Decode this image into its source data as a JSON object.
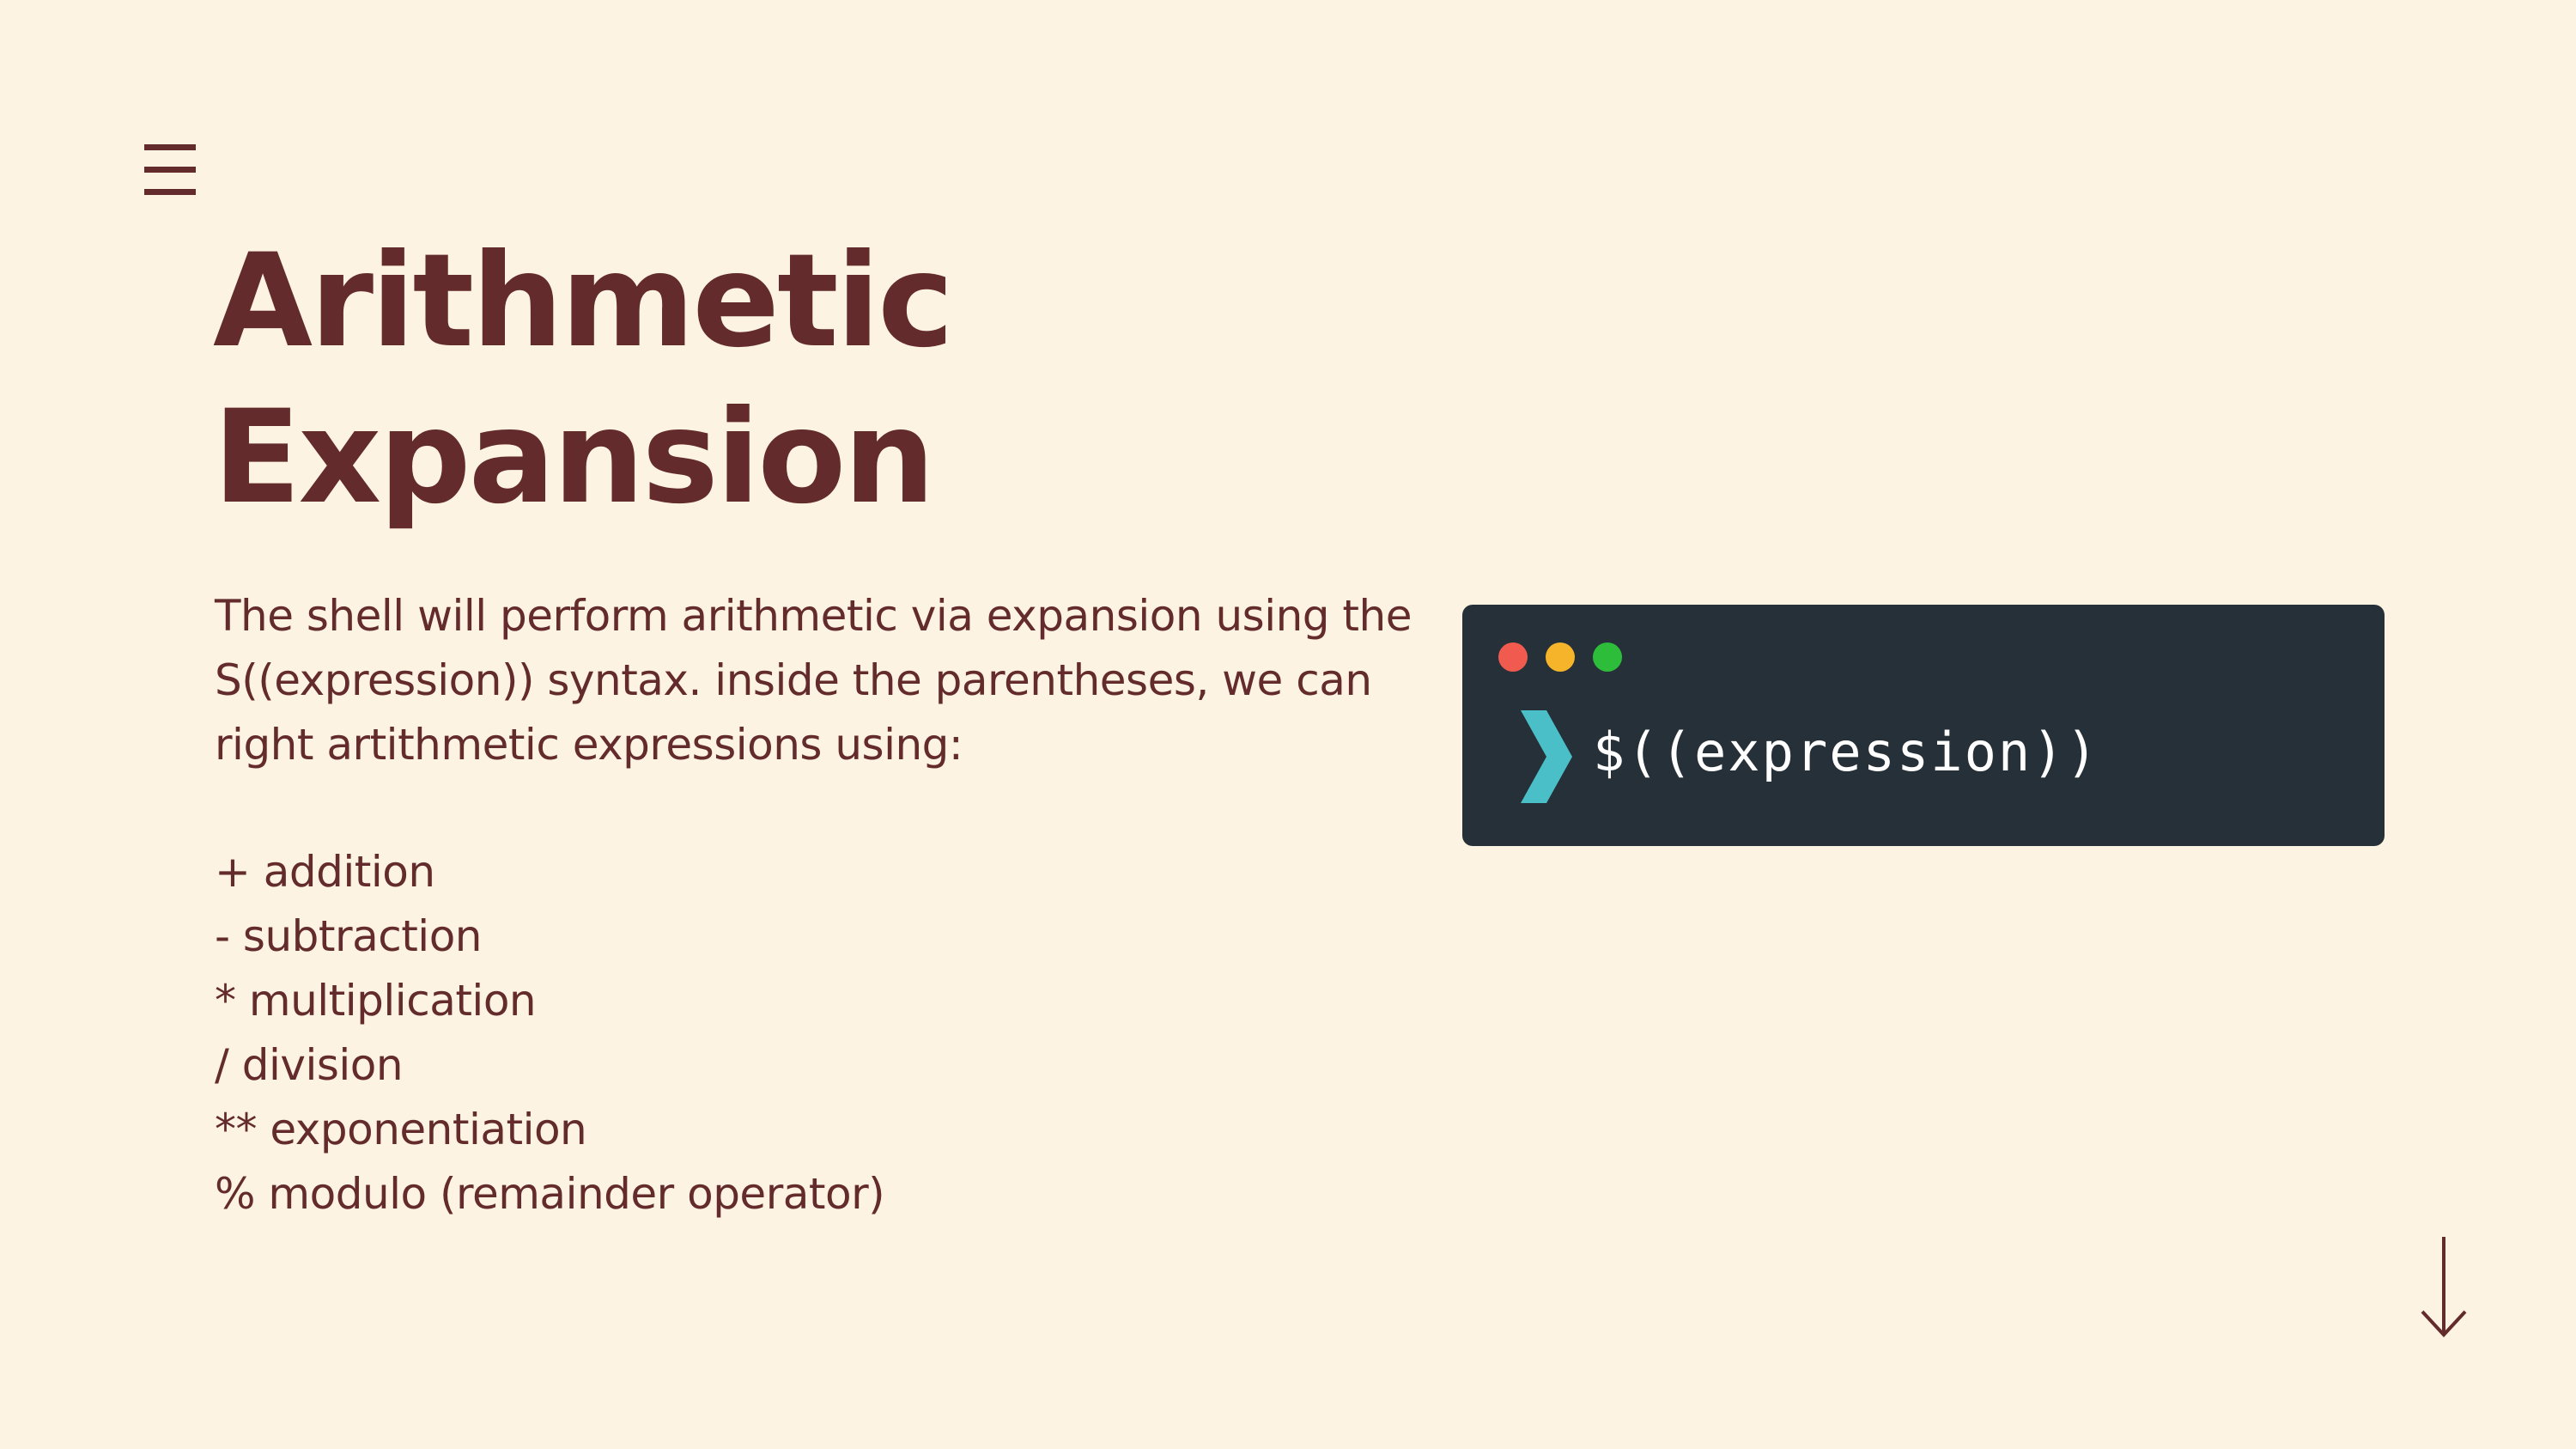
{
  "slide": {
    "title_line1": "Arithmetic",
    "title_line2": "Expansion",
    "description": "The shell will perform arithmetic via expansion using the S((expression)) syntax.  inside the parentheses, we can right artithmetic expressions using:",
    "operators": [
      "+ addition",
      "- subtraction",
      "* multiplication",
      "/ division",
      "** exponentiation",
      "% modulo (remainder operator)"
    ]
  },
  "terminal": {
    "command": "$((expression))",
    "window_dots": [
      "#f05a4f",
      "#f5b42a",
      "#2ebd3a"
    ],
    "prompt_color": "#4bbfc8",
    "background": "#263038"
  },
  "navigation": {
    "menu_icon": "hamburger-menu-icon",
    "next_icon": "arrow-down-icon"
  },
  "colors": {
    "background": "#fdf3e3",
    "text": "#632b2b"
  }
}
